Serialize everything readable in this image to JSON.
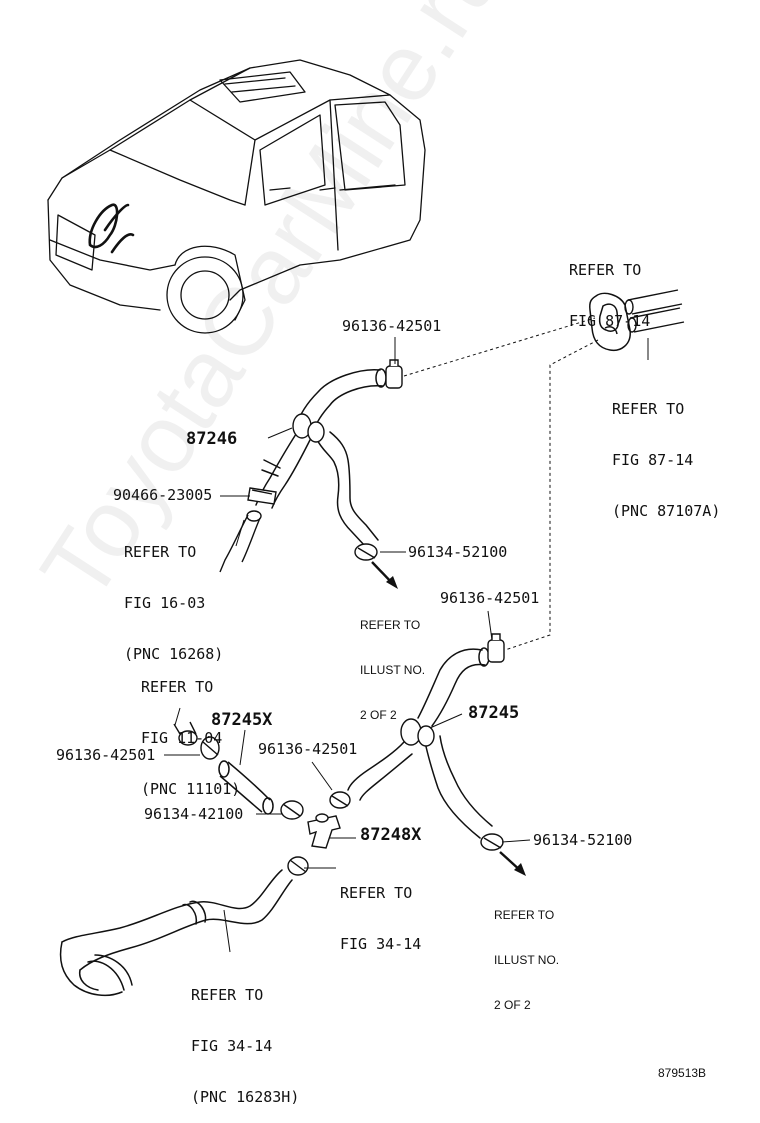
{
  "parts": {
    "clamp_upper": "96136-42501",
    "hose_upper": "87246",
    "clip": "90466-23005",
    "clamp_upper_right": "96134-52100",
    "clamp_lower_right_top": "96136-42501",
    "hose_lower_right": "87245",
    "hose_lower_left": "87245X",
    "clamp_lower_left": "96136-42501",
    "clamp_lower_mid": "96136-42501",
    "clamp_lower_left2": "96134-42100",
    "joint": "87248X",
    "clamp_lower_right_bottom": "96134-52100"
  },
  "refs": {
    "fig_87_14_top": [
      "REFER TO",
      "FIG 87-14"
    ],
    "fig_87_14_pnc": [
      "REFER TO",
      "FIG 87-14",
      "(PNC 87107A)"
    ],
    "fig_16_03": [
      "REFER TO",
      "FIG 16-03",
      "(PNC 16268)"
    ],
    "illust_upper": [
      "REFER TO",
      "ILLUST NO.",
      "2 OF 2"
    ],
    "fig_11_04": [
      "REFER TO",
      "FIG 11-04",
      "(PNC 11101)"
    ],
    "fig_34_14_mid": [
      "REFER TO",
      "FIG 34-14"
    ],
    "illust_lower": [
      "REFER TO",
      "ILLUST NO.",
      "2 OF 2"
    ],
    "fig_34_14_pnc": [
      "REFER TO",
      "FIG 34-14",
      "(PNC 16283H)"
    ]
  },
  "watermark": "ToyotaCarMine.ru",
  "diagram_id": "879513B"
}
